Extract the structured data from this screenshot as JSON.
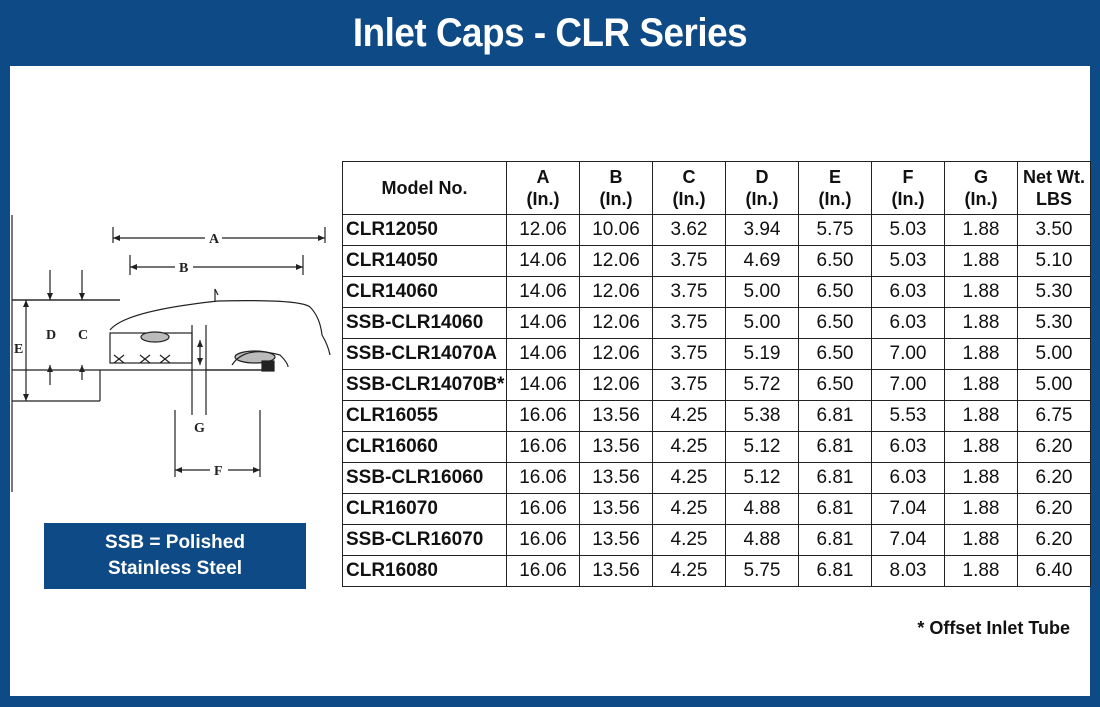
{
  "header": {
    "title": "Inlet Caps - CLR Series"
  },
  "diagram": {
    "labels": {
      "A": "A",
      "B": "B",
      "C": "C",
      "D": "D",
      "E": "E",
      "F": "F",
      "G": "G"
    }
  },
  "note": {
    "text": "SSB = Polished Stainless Steel"
  },
  "table": {
    "columns": [
      {
        "top": "Model No.",
        "bottom": ""
      },
      {
        "top": "A",
        "bottom": "(In.)"
      },
      {
        "top": "B",
        "bottom": "(In.)"
      },
      {
        "top": "C",
        "bottom": "(In.)"
      },
      {
        "top": "D",
        "bottom": "(In.)"
      },
      {
        "top": "E",
        "bottom": "(In.)"
      },
      {
        "top": "F",
        "bottom": "(In.)"
      },
      {
        "top": "G",
        "bottom": "(In.)"
      },
      {
        "top": "Net Wt.",
        "bottom": "LBS"
      }
    ],
    "rows": [
      [
        "CLR12050",
        "12.06",
        "10.06",
        "3.62",
        "3.94",
        "5.75",
        "5.03",
        "1.88",
        "3.50"
      ],
      [
        "CLR14050",
        "14.06",
        "12.06",
        "3.75",
        "4.69",
        "6.50",
        "5.03",
        "1.88",
        "5.10"
      ],
      [
        "CLR14060",
        "14.06",
        "12.06",
        "3.75",
        "5.00",
        "6.50",
        "6.03",
        "1.88",
        "5.30"
      ],
      [
        "SSB-CLR14060",
        "14.06",
        "12.06",
        "3.75",
        "5.00",
        "6.50",
        "6.03",
        "1.88",
        "5.30"
      ],
      [
        "SSB-CLR14070A",
        "14.06",
        "12.06",
        "3.75",
        "5.19",
        "6.50",
        "7.00",
        "1.88",
        "5.00"
      ],
      [
        "SSB-CLR14070B*",
        "14.06",
        "12.06",
        "3.75",
        "5.72",
        "6.50",
        "7.00",
        "1.88",
        "5.00"
      ],
      [
        "CLR16055",
        "16.06",
        "13.56",
        "4.25",
        "5.38",
        "6.81",
        "5.53",
        "1.88",
        "6.75"
      ],
      [
        "CLR16060",
        "16.06",
        "13.56",
        "4.25",
        "5.12",
        "6.81",
        "6.03",
        "1.88",
        "6.20"
      ],
      [
        "SSB-CLR16060",
        "16.06",
        "13.56",
        "4.25",
        "5.12",
        "6.81",
        "6.03",
        "1.88",
        "6.20"
      ],
      [
        "CLR16070",
        "16.06",
        "13.56",
        "4.25",
        "4.88",
        "6.81",
        "7.04",
        "1.88",
        "6.20"
      ],
      [
        "SSB-CLR16070",
        "16.06",
        "13.56",
        "4.25",
        "4.88",
        "6.81",
        "7.04",
        "1.88",
        "6.20"
      ],
      [
        "CLR16080",
        "16.06",
        "13.56",
        "4.25",
        "5.75",
        "6.81",
        "8.03",
        "1.88",
        "6.40"
      ]
    ]
  },
  "footnote": {
    "text": "* Offset Inlet Tube"
  },
  "colors": {
    "brand_blue": "#0e4a85",
    "border": "#222222"
  }
}
